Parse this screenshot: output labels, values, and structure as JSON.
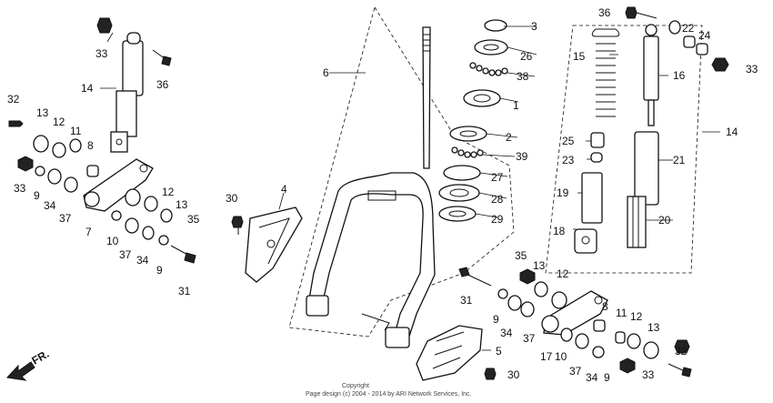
{
  "diagram": {
    "callouts": {
      "c1": "1",
      "c2": "2",
      "c3": "3",
      "c4": "4",
      "c5": "5",
      "c6": "6",
      "c7": "7",
      "c8_left": "8",
      "c8_right": "8",
      "c9_a": "9",
      "c9_b": "9",
      "c9_c": "9",
      "c9_d": "9",
      "c10_left": "10",
      "c10_right": "10",
      "c11_left": "11",
      "c11_right": "11",
      "c12_a": "12",
      "c12_b": "12",
      "c12_c": "12",
      "c12_d": "12",
      "c13_a": "13",
      "c13_b": "13",
      "c13_c": "13",
      "c13_d": "13",
      "c14_left": "14",
      "c14_right": "14",
      "c15": "15",
      "c16": "16",
      "c17": "17",
      "c18": "18",
      "c19": "19",
      "c20": "20",
      "c21": "21",
      "c22": "22",
      "c23": "23",
      "c24": "24",
      "c25": "25",
      "c26": "26",
      "c27": "27",
      "c28": "28",
      "c29": "29",
      "c30_left": "30",
      "c30_right": "30",
      "c31_left": "31",
      "c31_right": "31",
      "c32_left": "32",
      "c32_right": "32",
      "c33_a": "33",
      "c33_b": "33",
      "c33_c": "33",
      "c33_d": "33",
      "c34_a": "34",
      "c34_b": "34",
      "c34_c": "34",
      "c34_d": "34",
      "c35_left": "35",
      "c35_right": "35",
      "c36_left": "36",
      "c36_right": "36",
      "c37_a": "37",
      "c37_b": "37",
      "c37_c": "37",
      "c37_d": "37",
      "c38": "38",
      "c39": "39"
    },
    "direction_label": "FR.",
    "footer_line1": "Copyright",
    "footer_line2": "Page design (c) 2004 - 2014 by ARI Network Services, Inc."
  }
}
